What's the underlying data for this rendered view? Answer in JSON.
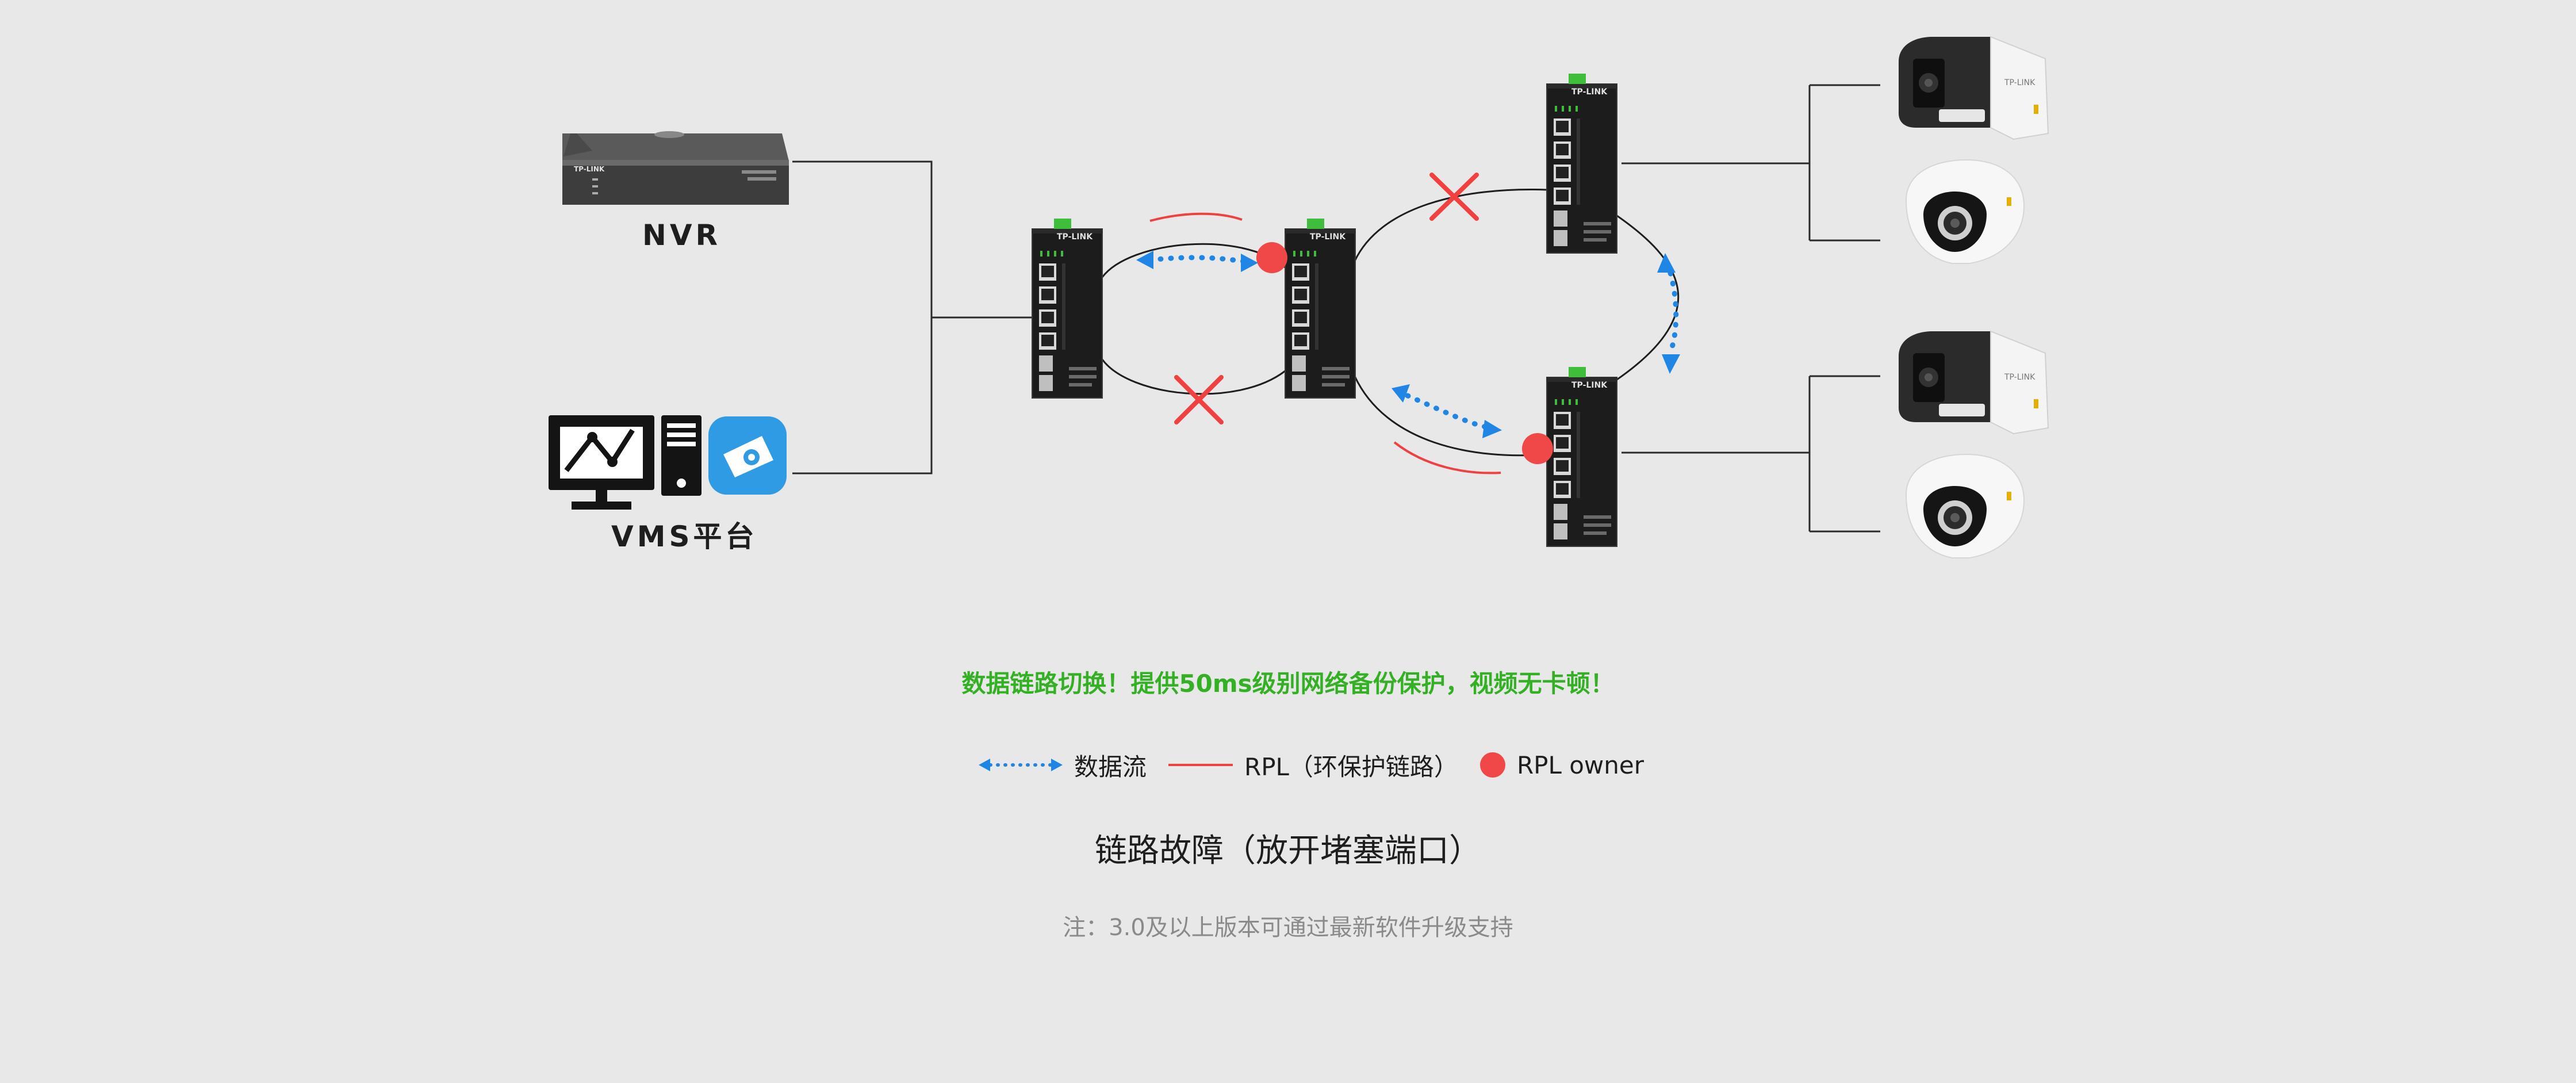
{
  "diagram": {
    "nvr_label": "NVR",
    "vms_label": "VMS平台",
    "switch_brand": "TP-LINK",
    "camera_brand": "TP-LINK",
    "headline": "数据链路切换！提供50ms级别网络备份保护，视频无卡顿！",
    "legend": {
      "data_flow": "数据流",
      "rpl": "RPL（环保护链路）",
      "rpl_owner": "RPL owner"
    },
    "caption": "链路故障（放开堵塞端口）",
    "note": "注：3.0及以上版本可通过最新软件升级支持"
  },
  "colors": {
    "background": "#e8e8e8",
    "headline_green": "#33b024",
    "rpl_red": "#f04040",
    "owner_red": "#f04848",
    "flow_blue": "#1f86e6",
    "vms_icon_blue": "#2f9be4"
  }
}
